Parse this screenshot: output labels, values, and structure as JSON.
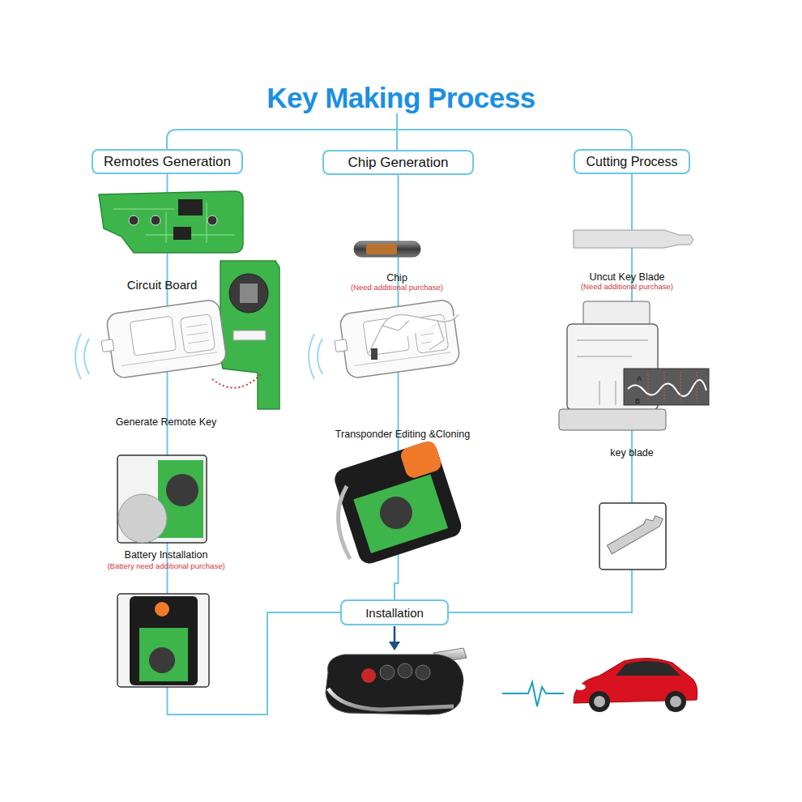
{
  "diagram": {
    "title": "Key Making Process",
    "nodes": [
      {
        "text": [
          "Remotes Generation"
        ]
      },
      {
        "text": [
          "Chip Generation"
        ]
      },
      {
        "text": [
          "Cutting Process"
        ]
      },
      {
        "text": [
          "Installation"
        ]
      }
    ],
    "edges": [
      {
        "from": 0,
        "to": 3,
        "arrow": "none"
      },
      {
        "from": 1,
        "to": 3,
        "arrow": "none"
      },
      {
        "from": 2,
        "to": 3,
        "arrow": "none"
      }
    ],
    "labels": [
      "Circuit Board",
      "Generate Remote Key",
      "Battery Installation",
      "(Battery need additional purchase)",
      "Chip",
      "(Need additional purchase)",
      "Transponder Editing &Cloning",
      "Uncut Key Blade",
      "(Need additional purchase)",
      "key blade",
      "A",
      "B"
    ]
  }
}
